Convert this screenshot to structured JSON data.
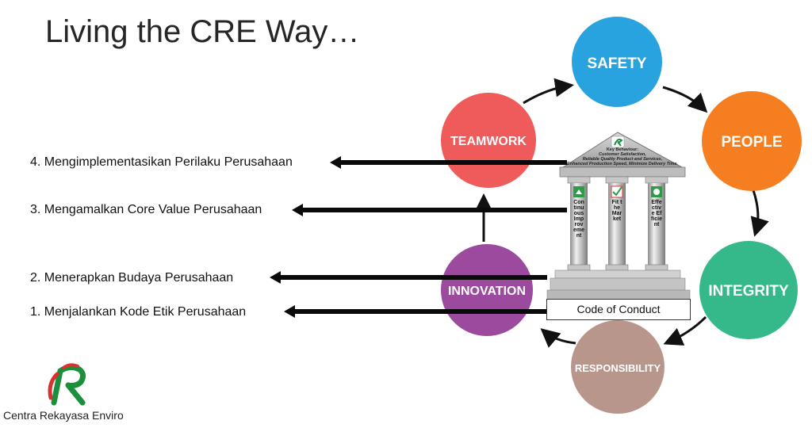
{
  "title": "Living the CRE Way…",
  "steps": [
    "4. Mengimplementasikan Perilaku Perusahaan",
    "3. Mengamalkan Core Value Perusahaan",
    "2. Menerapkan Budaya Perusahaan",
    "1. Menjalankan Kode Etik Perusahaan"
  ],
  "values": {
    "safety": "SAFETY",
    "people": "PEOPLE",
    "integrity": "INTEGRITY",
    "responsibility": "RESPONSIBILITY",
    "innovation": "INNOVATION",
    "teamwork": "TEAMWORK"
  },
  "colors": {
    "safety": "#29a3df",
    "people": "#f47e20",
    "integrity": "#35b98b",
    "responsibility": "#b8968c",
    "innovation": "#9b4a9e",
    "teamwork": "#ef5a5a"
  },
  "temple": {
    "key_behaviour_heading": "Key Behaviour:",
    "key_behaviour_lines": [
      "Customer Satisfaction,",
      "Reliable Quality Product and Services,",
      "Enhanced Production Speed, Minimize Delivery Time."
    ],
    "pillars": [
      "Continuous Improvement",
      "Fit the Market",
      "Effective Efficient"
    ],
    "code_of_conduct": "Code of Conduct"
  },
  "company_name": "Centra Rekayasa Enviro",
  "logo_icon": "cre-logo-icon"
}
